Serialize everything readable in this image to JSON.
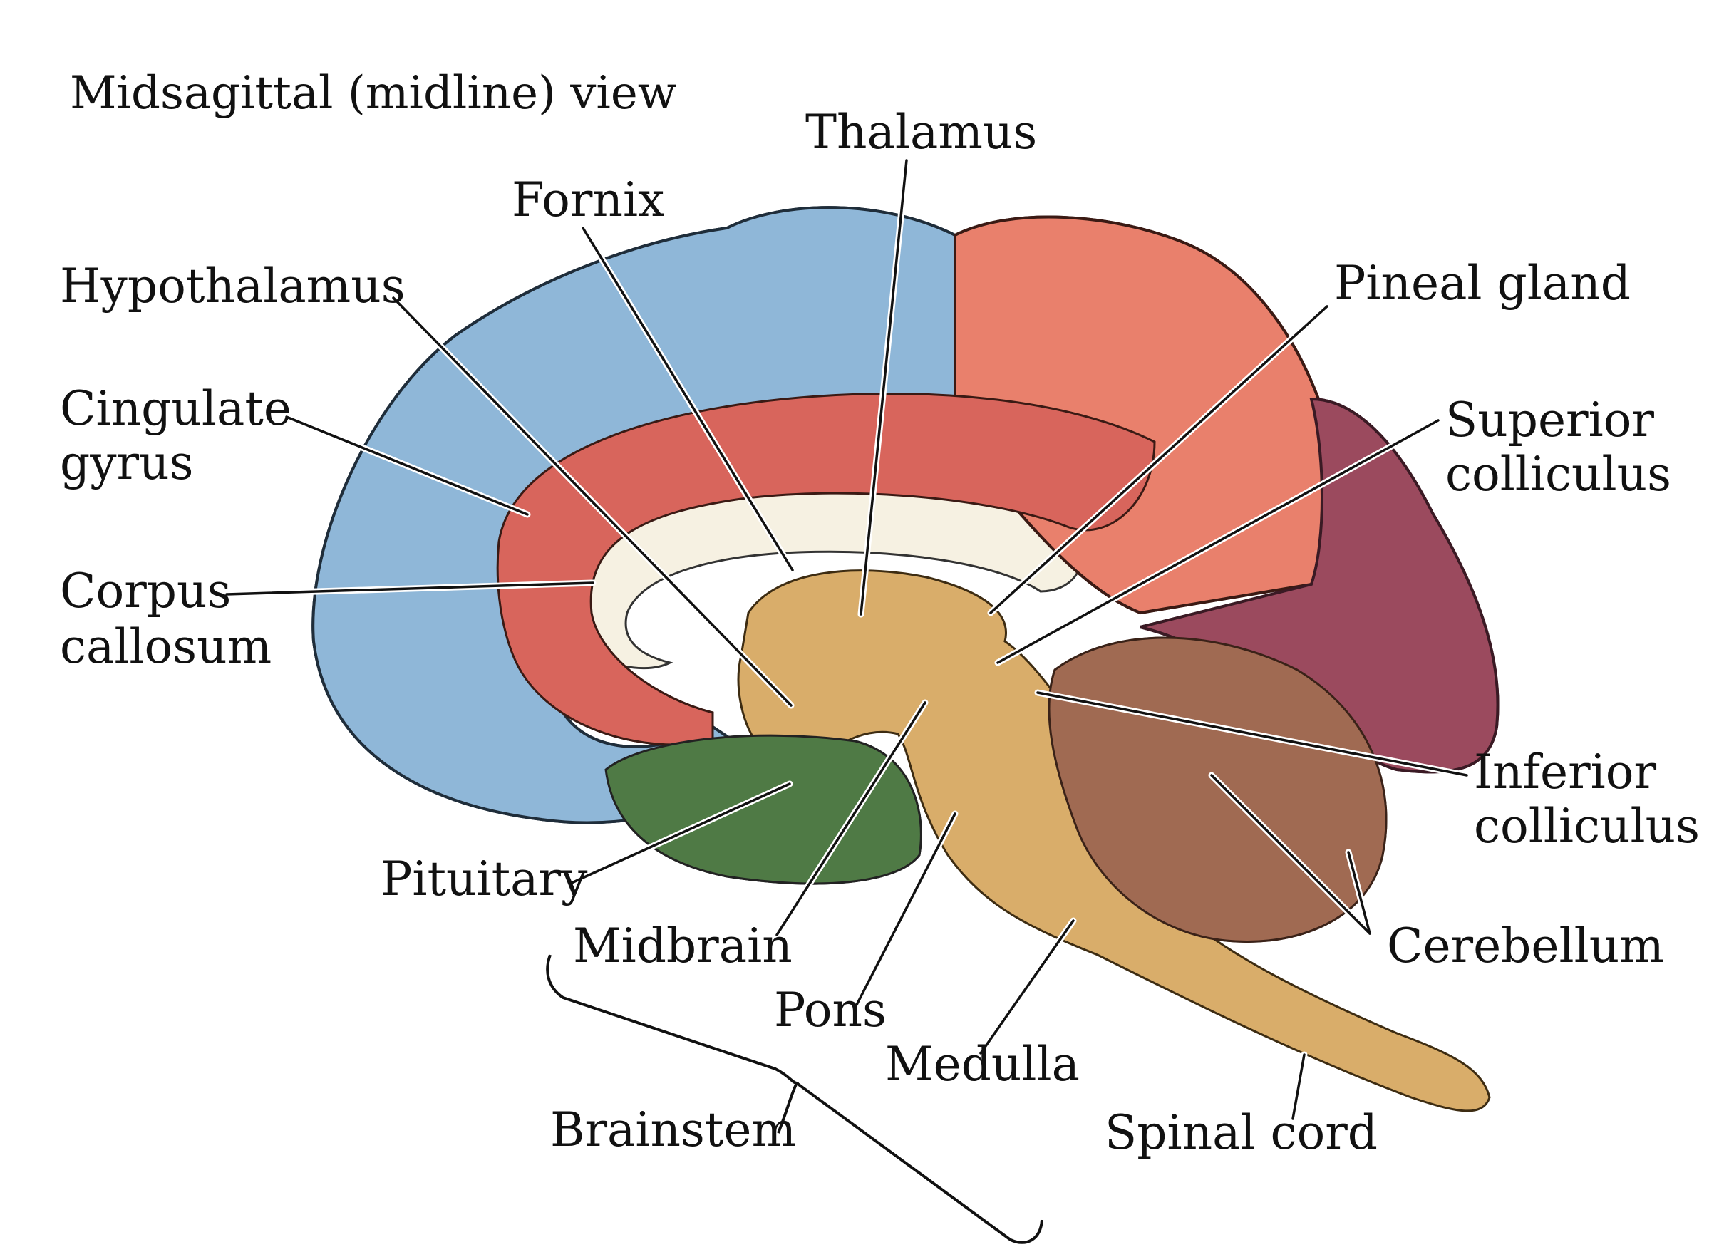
{
  "title": "Midsagittal (midline) view",
  "colors": {
    "frontal_blue": "#8fb7d8",
    "parietal_salmon": "#e9806c",
    "cingulate_red": "#d8655c",
    "occipital_plum": "#9b4a5e",
    "temporal_green": "#4f7a45",
    "brainstem_tan": "#d9ad6a",
    "cerebellum_brown": "#a06a52",
    "corpus_callosum_cream": "#f6f1e2",
    "pituitary_red": "#d0233a"
  },
  "labels": {
    "thalamus": "Thalamus",
    "fornix": "Fornix",
    "hypothalamus": "Hypothalamus",
    "pineal_gland": "Pineal gland",
    "cingulate_line1": "Cingulate",
    "cingulate_line2": "gyrus",
    "superior_line1": "Superior",
    "superior_line2": "colliculus",
    "corpus_line1": "Corpus",
    "corpus_line2": "callosum",
    "inferior_line1": "Inferior",
    "inferior_line2": "colliculus",
    "pituitary": "Pituitary",
    "midbrain": "Midbrain",
    "cerebellum": "Cerebellum",
    "pons": "Pons",
    "medulla": "Medulla",
    "brainstem": "Brainstem",
    "spinal_cord": "Spinal cord"
  }
}
